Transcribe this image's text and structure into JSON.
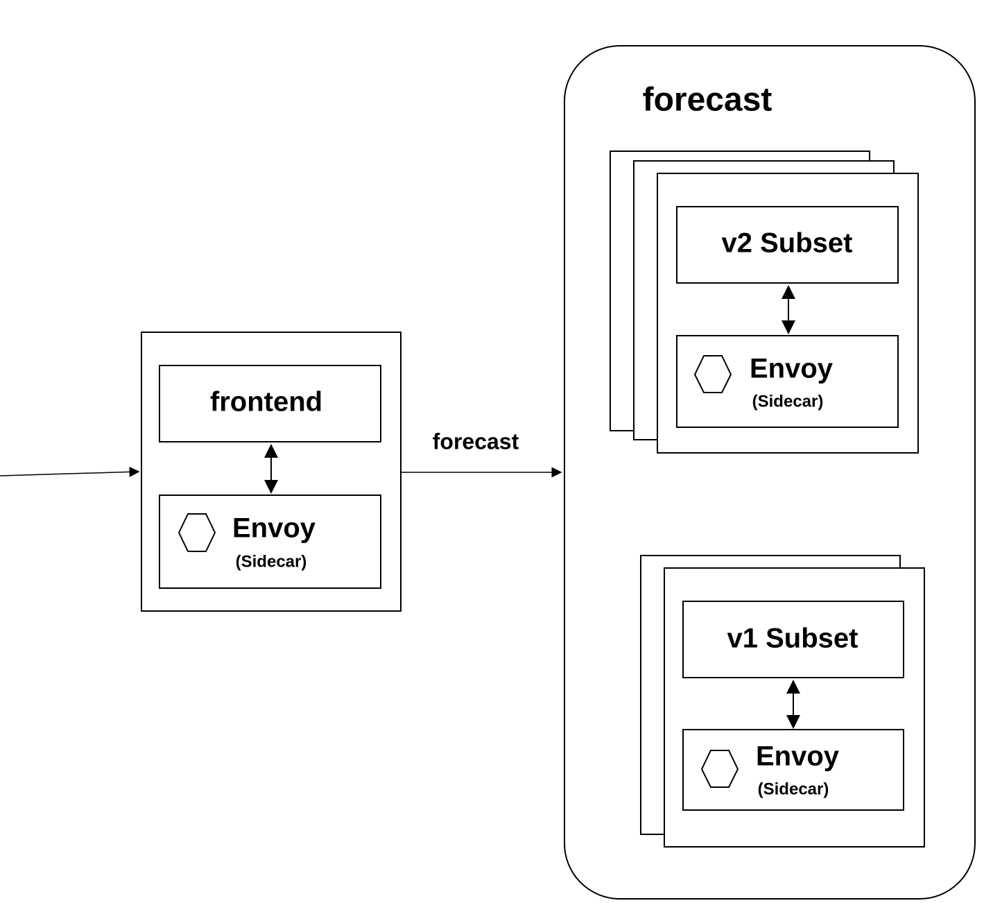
{
  "diagram": {
    "service_group": {
      "title": "forecast"
    },
    "frontend": {
      "label": "frontend",
      "envoy": {
        "label": "Envoy",
        "sublabel": "(Sidecar)",
        "icon": "hexagon-icon"
      }
    },
    "edge": {
      "label": "forecast"
    },
    "v2": {
      "label": "v2 Subset",
      "envoy": {
        "label": "Envoy",
        "sublabel": "(Sidecar)",
        "icon": "hexagon-icon"
      }
    },
    "v1": {
      "label": "v1 Subset",
      "envoy": {
        "label": "Envoy",
        "sublabel": "(Sidecar)",
        "icon": "hexagon-icon"
      }
    }
  }
}
